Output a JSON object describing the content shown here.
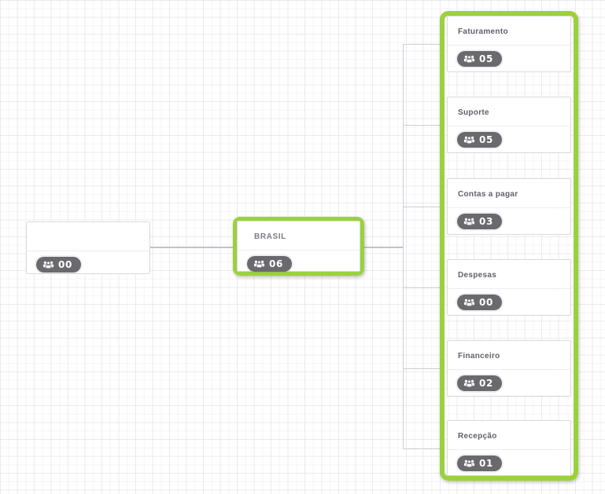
{
  "diagram": {
    "root": {
      "title": "",
      "member_count": "00"
    },
    "brasil": {
      "title": "BRASIL",
      "member_count": "06"
    },
    "children": [
      {
        "title": "Faturamento",
        "member_count": "05"
      },
      {
        "title": "Suporte",
        "member_count": "05"
      },
      {
        "title": "Contas a pagar",
        "member_count": "03"
      },
      {
        "title": "Despesas",
        "member_count": "00"
      },
      {
        "title": "Financeiro",
        "member_count": "02"
      },
      {
        "title": "Recepção",
        "member_count": "01"
      }
    ]
  },
  "icons": {
    "badge": "users-icon"
  },
  "colors": {
    "selection_green": "#9BD13E",
    "badge_background": "#6A6A6E",
    "badge_text": "#FFFFFF",
    "connector": "#C3C3C7",
    "card_border": "#D9D9DD",
    "title_text": "#5F5F6A",
    "grid_line": "#E2E2EA",
    "background": "#FFFFFF"
  }
}
